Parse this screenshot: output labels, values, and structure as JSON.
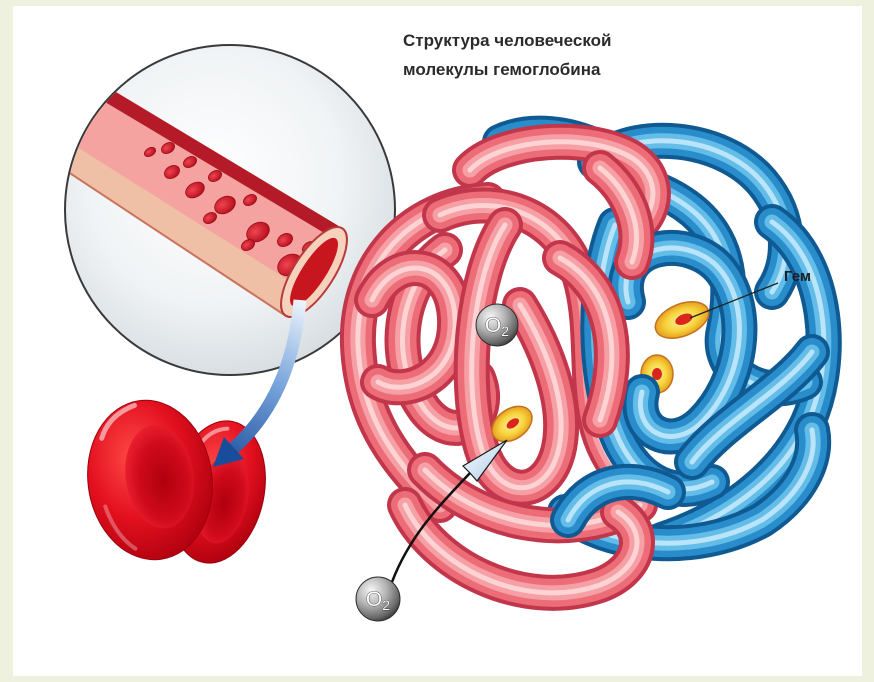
{
  "title": {
    "line1": "Структура человеческой",
    "line2": "молекулы гемоглобина"
  },
  "labels": {
    "heme": "Гем"
  },
  "oxygen": {
    "symbol": "O",
    "subscript": "2"
  },
  "colors": {
    "red_chains": {
      "edge": "#c1364a",
      "body": "#ec6c77",
      "light": "#f6a0a5",
      "shine": "#ffe4e4"
    },
    "blue_chains": {
      "edge": "#0f5a92",
      "body": "#2a8dcb",
      "light": "#63bde8",
      "shine": "#d6f2ff"
    },
    "blood": "#d3101f",
    "heme": "#f7d43c"
  }
}
